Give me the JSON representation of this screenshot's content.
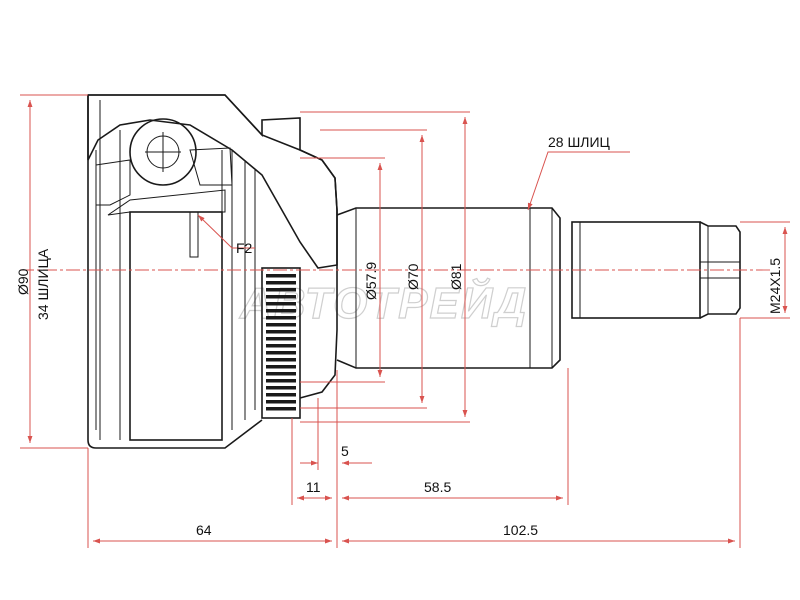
{
  "labels": {
    "dia_90": "Ø90",
    "splines_34": "34 ШЛИЦА",
    "splines_28": "28 ШЛИЦ",
    "f2": "F2",
    "dia_579": "Ø57.9",
    "dia_70": "Ø70",
    "dia_81": "Ø81",
    "thread": "M24X1.5",
    "dim_5": "5",
    "dim_11": "11",
    "dim_585": "58.5",
    "dim_64": "64",
    "dim_1025": "102.5"
  },
  "watermark": "АВТОТРЕЙД",
  "colors": {
    "outline": "#1a1a1a",
    "dimension": "#d9534f",
    "watermark": "#cfcfcf"
  }
}
